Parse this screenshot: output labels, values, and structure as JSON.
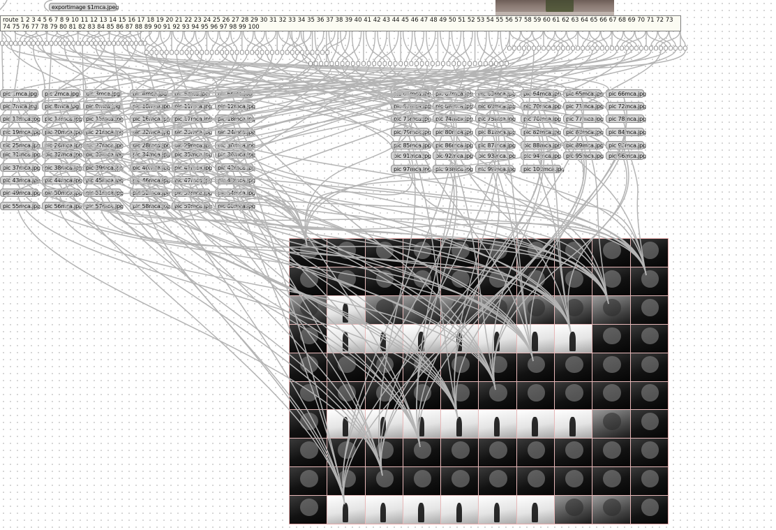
{
  "patch": {
    "export_message": "exportimage $1mca.jpeg",
    "route_object": "route 1 2 3 4 5 6 7 8 9 10 11 12 13 14 15 16 17 18 19 20 21 22 23 24 25 26 27 28 29 30 31 32 33 34 35 36 37 38 39 40 41 42 43 44 45 46 47 48 49 50 51 52 53 54 55 56 57 58 59 60 61 62 63 64 65 66 67 68 69 70 71 72 73 74 75 76 77 78 79 80 81 82 83 84 85 86 87 88 89 90 91 92 93 94 95 96 97 98 99 100",
    "left_messages": [
      [
        "pic 1mca.jpg",
        "pic 2mca.jpg",
        "pic 3mca.jpg",
        "pic 4mca.jpg",
        "pic 5mca.jpg",
        "pic 6mca.jpg"
      ],
      [
        "pic 7mca.jpg",
        "pic 8mca.jpg",
        "pic 9mca.jpg",
        "pic 10mca.jpg",
        "pic 11mca.jpg",
        "pic 12mca.jpg"
      ],
      [
        "pic 13mca.jpg",
        "pic 14mca.jpg",
        "pic 15mca.jpg",
        "pic 16mca.jpg",
        "pic 17mca.jpg",
        "pic 18mca.jpg"
      ],
      [
        "pic 19mca.jpg",
        "pic 20mca.jpg",
        "pic 21mca.jpg",
        "pic 22mca.jpg",
        "pic 23mca.jpg",
        "pic 24mca.jpg"
      ],
      [
        "pic 25mca.jpg",
        "pic 26mca.jpg",
        "pic 27mca.jpg",
        "pic 28mca.jpg",
        "pic 29mca.jpg",
        "pic 30mca.jpg"
      ],
      [
        "pic 31mca.jpg",
        "pic 32mca.jpg",
        "pic 33mca.jpg",
        "pic 34mca.jpg",
        "pic 35mca.jpg",
        "pic 36mca.jpg"
      ],
      [
        "pic 37mca.jpg",
        "pic 38mca.jpg",
        "pic 39mca.jpg",
        "pic 40mca.jpg",
        "pic 41mca.jpg",
        "pic 42mca.jpg"
      ],
      [
        "pic 43mca.jpg",
        "pic 44mca.jpg",
        "pic 45mca.jpg",
        "pic 46mca.jpg",
        "pic 47mca.jpg",
        "pic 48mca.jpg"
      ],
      [
        "pic 49mca.jpg",
        "pic 50mca.jpg",
        "pic 51mca.jpg",
        "pic 52mca.jpg",
        "pic 53mca.jpg",
        "pic 54mca.jpg"
      ],
      [
        "pic 55mca.jpg",
        "pic 56mca.jpg",
        "pic 57mca.jpg",
        "pic 58mca.jpg",
        "pic 59mca.jpg",
        "pic 60mca.jpg"
      ]
    ],
    "right_messages": [
      [
        "pic 61mca.jpg",
        "pic 62mca.jpg",
        "pic 63mca.jpg",
        "pic 64mca.jpg",
        "pic 65mca.jpg",
        "pic 66mca.jpg"
      ],
      [
        "pic 67mca.jpg",
        "pic 68mca.jpg",
        "pic 69mca.jpg",
        "pic 70mca.jpg",
        "pic 71mca.jpg",
        "pic 72mca.jpg"
      ],
      [
        "pic 73mca.jpg",
        "pic 74mca.jpg",
        "pic 75mca.jpg",
        "pic 76mca.jpg",
        "pic 77mca.jpg",
        "pic 78mca.jpg"
      ],
      [
        "pic 79mca.jpg",
        "pic 80mca.jpg",
        "pic 81mca.jpg",
        "pic 82mca.jpg",
        "pic 83mca.jpg",
        "pic 84mca.jpg"
      ],
      [
        "pic 85mca.jpg",
        "pic 86mca.jpg",
        "pic 87mca.jpg",
        "pic 88mca.jpg",
        "pic 89mca.jpg",
        "pic 90mca.jpg"
      ],
      [
        "pic 91mca.jpg",
        "pic 92mca.jpg",
        "pic 93mca.jpg",
        "pic 94mca.jpg",
        "pic 95mca.jpg",
        "pic 96mca.jpg"
      ],
      [
        "pic 97mca.jpg",
        "pic 98mca.jpg",
        "pic 99mca.jpg",
        "pic 100mca.jpg"
      ]
    ],
    "mosaic": {
      "rows": 10,
      "cols": 10,
      "tile_tones": [
        "d",
        "d",
        "d",
        "d",
        "d",
        "d",
        "d",
        "d",
        "d",
        "d",
        "d",
        "d",
        "d",
        "d",
        "d",
        "d",
        "d",
        "d",
        "d",
        "d",
        "m",
        "l",
        "m",
        "m",
        "m",
        "m",
        "m",
        "m",
        "m",
        "d",
        "d",
        "l",
        "l",
        "l",
        "l",
        "l",
        "l",
        "l",
        "d",
        "d",
        "d",
        "d",
        "d",
        "d",
        "d",
        "d",
        "d",
        "d",
        "d",
        "d",
        "d",
        "d",
        "d",
        "d",
        "d",
        "d",
        "d",
        "d",
        "d",
        "d",
        "d",
        "l",
        "l",
        "l",
        "l",
        "l",
        "l",
        "l",
        "m",
        "d",
        "d",
        "d",
        "d",
        "d",
        "d",
        "d",
        "d",
        "d",
        "d",
        "d",
        "d",
        "d",
        "d",
        "d",
        "d",
        "d",
        "d",
        "d",
        "d",
        "d",
        "d",
        "l",
        "l",
        "l",
        "l",
        "l",
        "l",
        "m",
        "m",
        "d"
      ]
    },
    "colors": {
      "message_box": "#d2d2d2",
      "object_box": "#fbfbf2",
      "patch_cord": "#b4b4b4",
      "mosaic_border": "#e7a9a9"
    }
  }
}
